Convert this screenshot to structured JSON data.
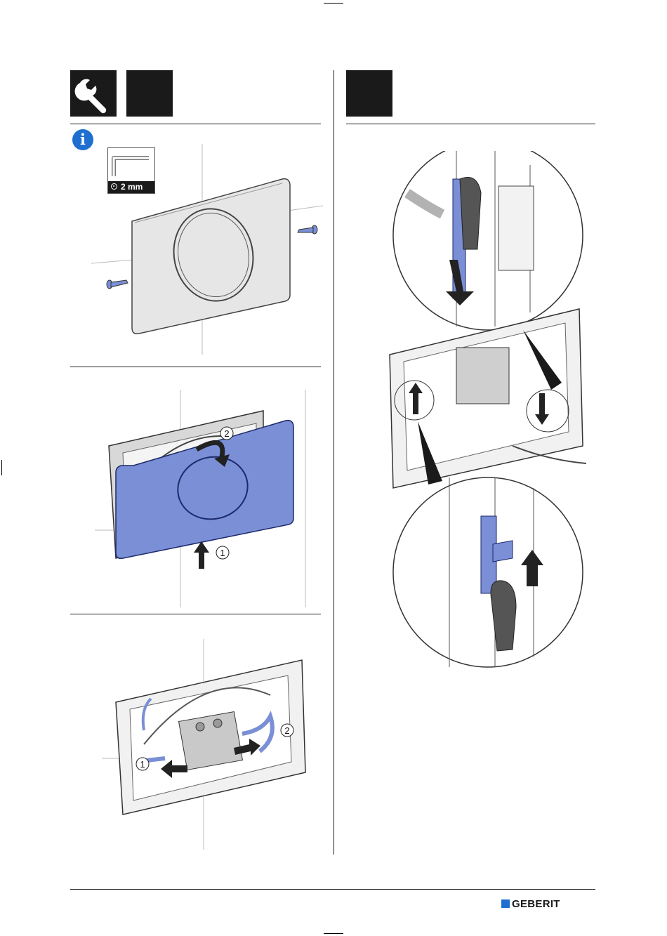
{
  "tool": {
    "size_label": "2 mm",
    "icons": [
      "wrench-icon",
      "hex-key-icon"
    ]
  },
  "steps": {
    "step1_callouts": [
      "2",
      "1"
    ],
    "step2_callouts": [
      "1",
      "2"
    ]
  },
  "brand": {
    "name": "GEBERIT",
    "color": "#1f6fd1"
  },
  "colors": {
    "accent_blue": "#7b8fd6",
    "info_blue": "#1f6fd1",
    "panel_gray": "#e4e4e4"
  }
}
